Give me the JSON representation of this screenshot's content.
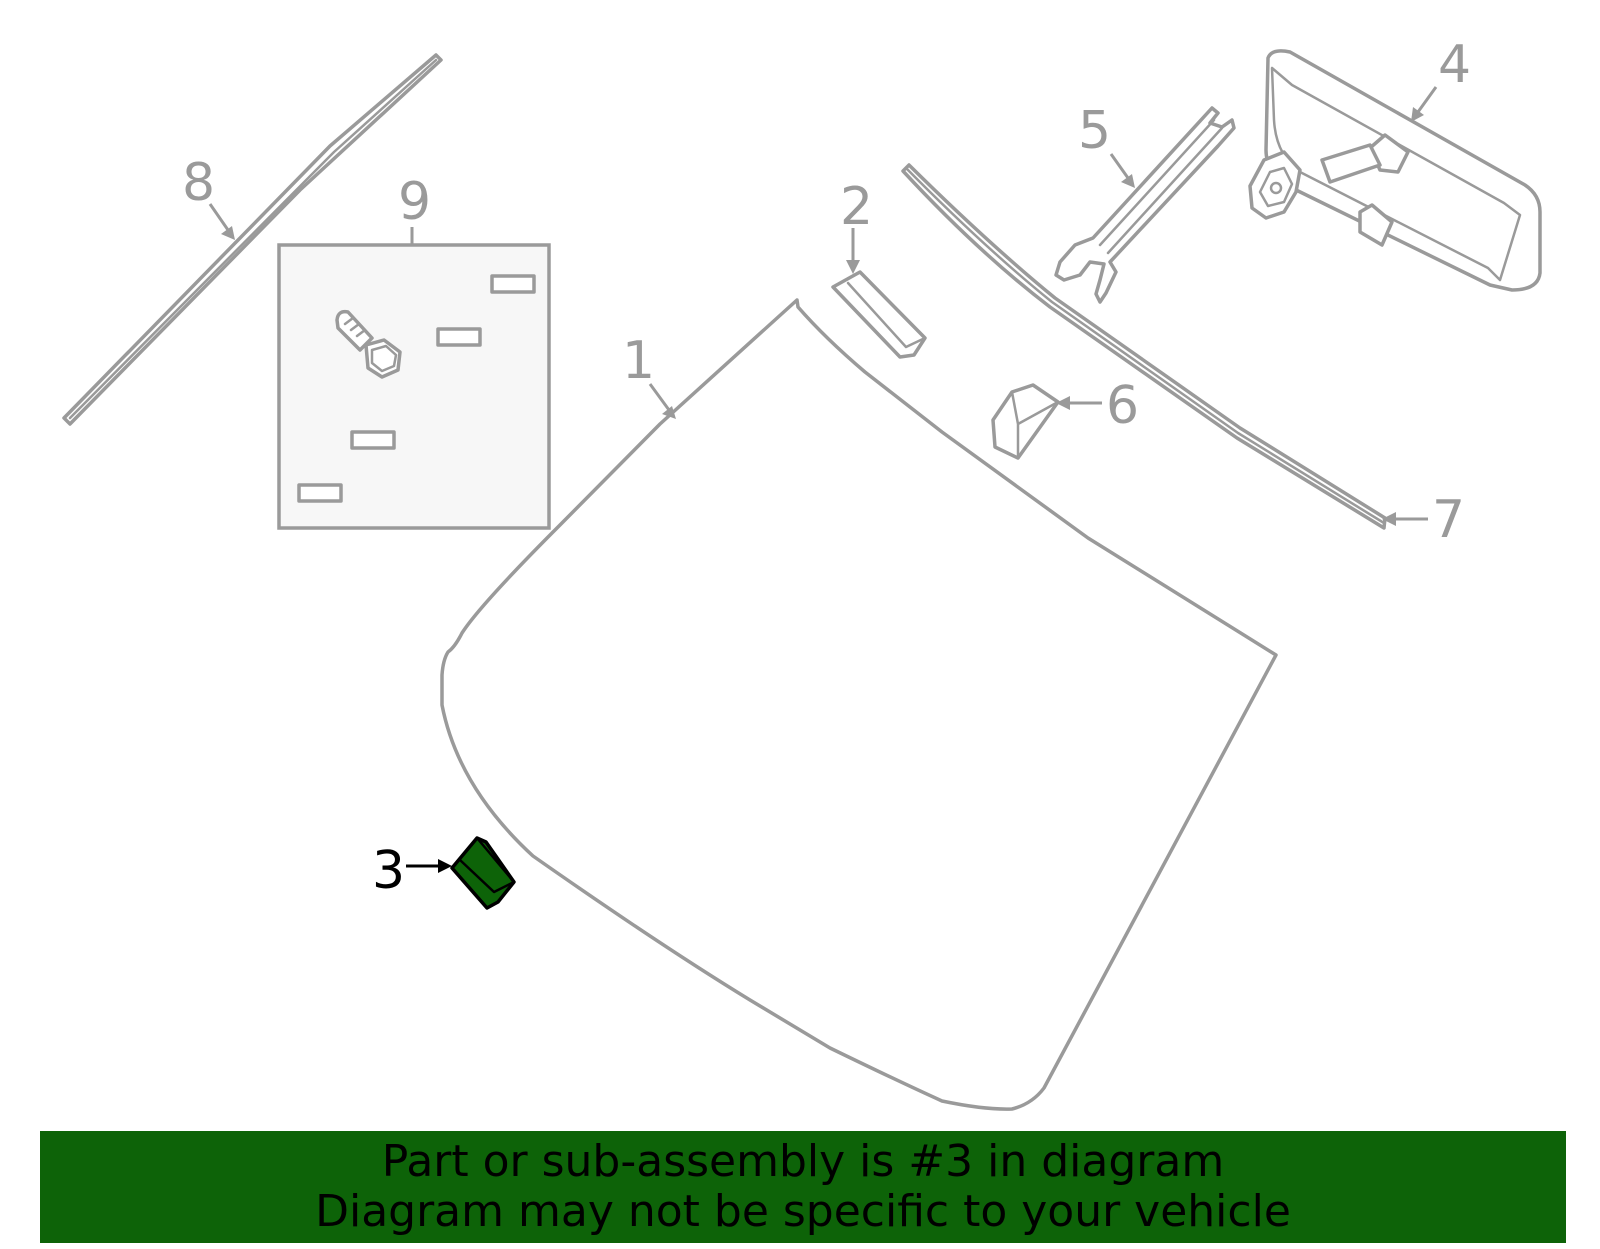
{
  "callouts": {
    "c1": "1",
    "c2": "2",
    "c3": "3",
    "c4": "4",
    "c5": "5",
    "c6": "6",
    "c7": "7",
    "c8": "8",
    "c9": "9"
  },
  "highlighted_part": "3",
  "banner": {
    "line1": "Part or sub-assembly is #3 in diagram",
    "line2": "Diagram may not be specific to your vehicle"
  },
  "colors": {
    "highlight": "#0d6308",
    "line": "#9a9a9a",
    "active_text": "#000000"
  }
}
